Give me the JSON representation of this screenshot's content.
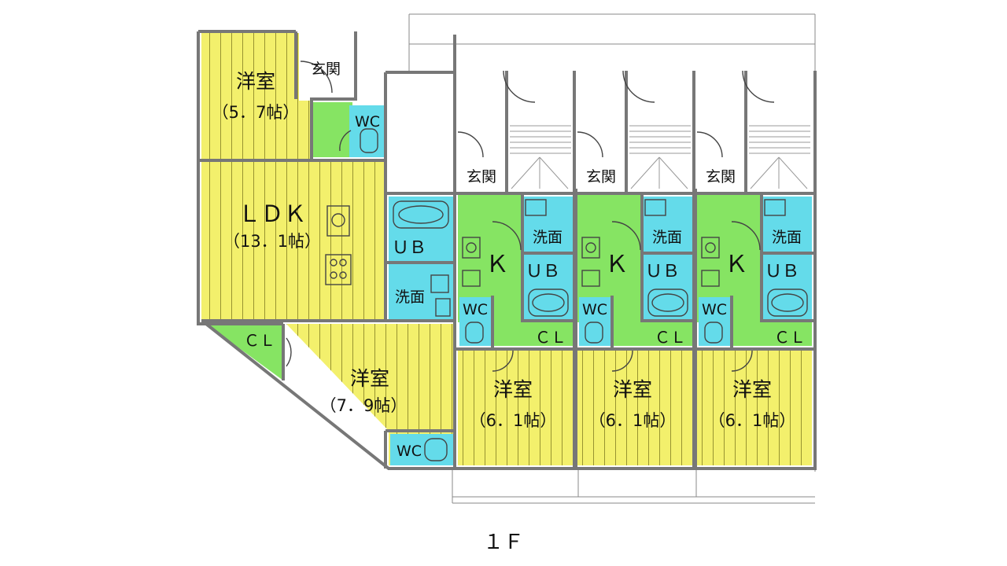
{
  "floor_label": "１Ｆ",
  "colors": {
    "yellow": "#f3f06c",
    "green": "#86e463",
    "cyan": "#64dbea",
    "wall": "#7d7d7d"
  },
  "rooms": {
    "western_5_7": {
      "name": "洋室",
      "size": "（5．7帖）"
    },
    "ldk": {
      "name": "ＬＤＫ",
      "size": "（13．1帖）"
    },
    "western_7_9": {
      "name": "洋室",
      "size": "（7．9帖）"
    },
    "genkan_big": "玄関",
    "wc_upper": "WC",
    "ub_big": "ＵＢ",
    "wash_big": "洗面",
    "cl_big": "ＣＬ",
    "wc_lower": "WC"
  },
  "units": [
    {
      "genkan": "玄関",
      "kitchen": "Ｋ",
      "wash": "洗面",
      "ub": "ＵＢ",
      "wc": "WC",
      "cl": "ＣＬ",
      "room": "洋室",
      "size": "（6．1帖）"
    },
    {
      "genkan": "玄関",
      "kitchen": "Ｋ",
      "wash": "洗面",
      "ub": "ＵＢ",
      "wc": "WC",
      "cl": "ＣＬ",
      "room": "洋室",
      "size": "（6．1帖）"
    },
    {
      "genkan": "玄関",
      "kitchen": "Ｋ",
      "wash": "洗面",
      "ub": "ＵＢ",
      "wc": "WC",
      "cl": "ＣＬ",
      "room": "洋室",
      "size": "（6．1帖）"
    }
  ]
}
